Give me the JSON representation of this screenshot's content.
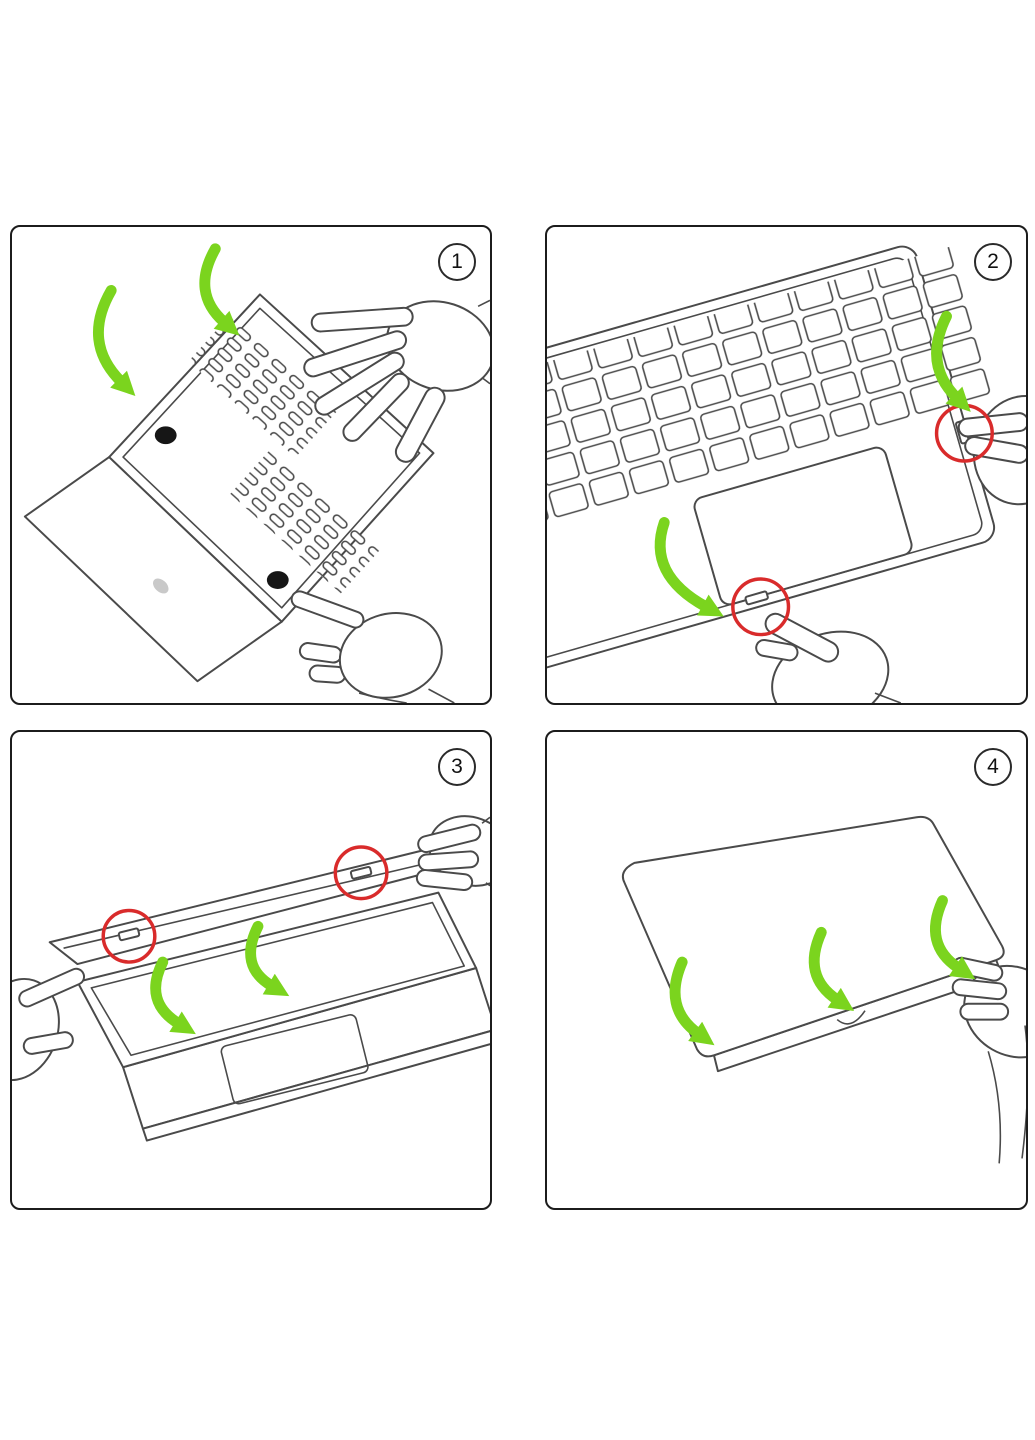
{
  "steps": [
    {
      "number": "1"
    },
    {
      "number": "2"
    },
    {
      "number": "3"
    },
    {
      "number": "4"
    }
  ],
  "colors": {
    "background": "#ffffff",
    "line_art": "#4a4a4a",
    "panel_border": "#1c1c1c",
    "arrow_green": "#7bd41e",
    "highlight_red": "#d92b2b"
  },
  "icons": {
    "step_badge": "numbered-circle",
    "green_arrow": "press-direction-arrow",
    "red_circle": "clip-highlight-ring"
  }
}
